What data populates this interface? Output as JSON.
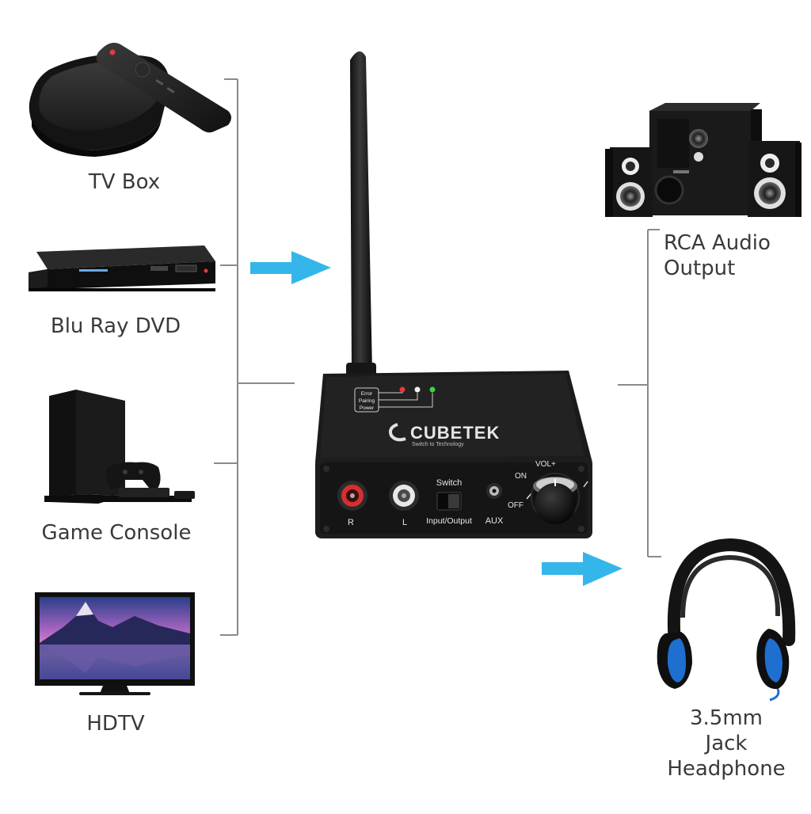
{
  "inputs": {
    "tv_box": "TV Box",
    "blu_ray": "Blu Ray DVD",
    "game_console": "Game Console",
    "hdtv": "HDTV"
  },
  "outputs": {
    "rca_line1": "RCA Audio",
    "rca_line2": "Output",
    "headphone_line1": "3.5mm Jack",
    "headphone_line2": "Headphone"
  },
  "device": {
    "brand": "CUBETEK",
    "tagline": "Switch to Technology",
    "led_labels": [
      "Error",
      "Pairing",
      "Power"
    ],
    "port_r": "R",
    "port_l": "L",
    "switch_label": "Switch",
    "switch_sub": "Input/Output",
    "aux_label": "AUX",
    "vol_label": "VOL+",
    "on_label": "ON",
    "off_label": "OFF"
  },
  "colors": {
    "arrow": "#35b6ea",
    "led_error": "#e23a3a",
    "led_pairing": "#f2f2f2",
    "led_power": "#3ed33e",
    "headphone_accent": "#1e6fd0"
  }
}
